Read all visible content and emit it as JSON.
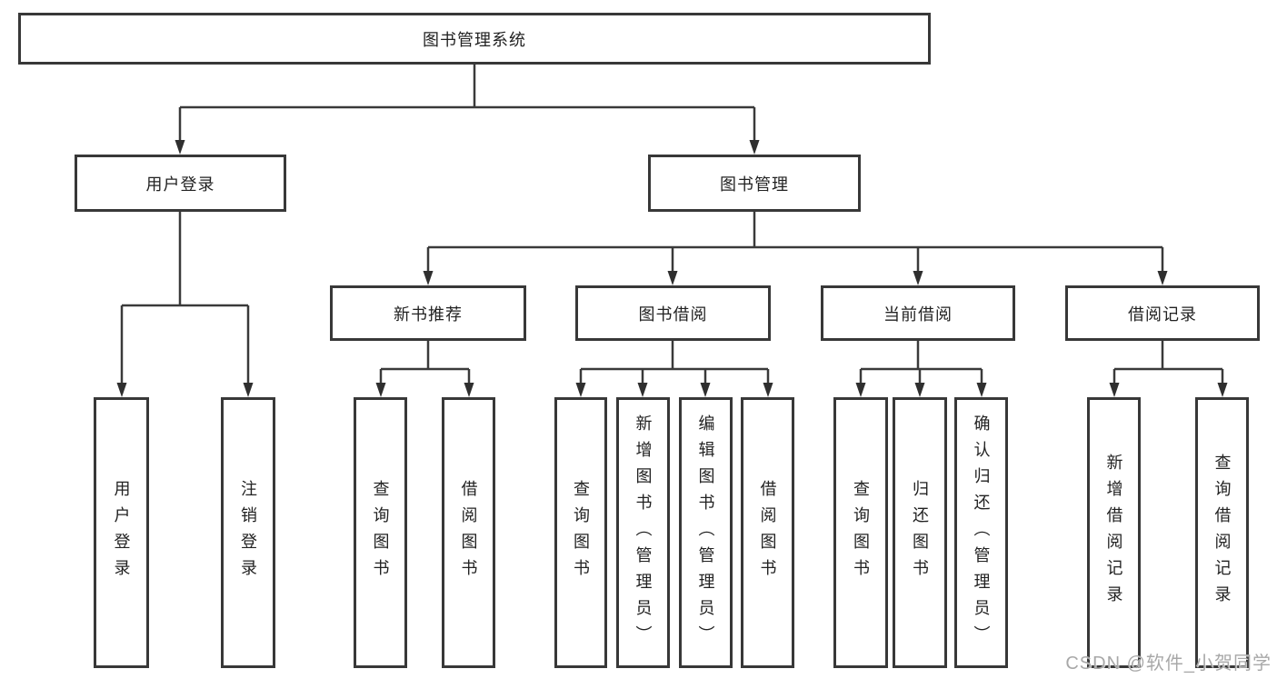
{
  "diagram": {
    "root": {
      "label": "图书管理系统"
    },
    "branches": [
      {
        "label": "用户登录",
        "children": [
          {
            "label": "用户登录"
          },
          {
            "label": "注销登录"
          }
        ]
      },
      {
        "label": "图书管理",
        "groups": [
          {
            "label": "新书推荐",
            "children": [
              {
                "label": "查询图书"
              },
              {
                "label": "借阅图书"
              }
            ]
          },
          {
            "label": "图书借阅",
            "children": [
              {
                "label": "查询图书"
              },
              {
                "label": "新增图书（管理员）"
              },
              {
                "label": "编辑图书（管理员）"
              },
              {
                "label": "借阅图书"
              }
            ]
          },
          {
            "label": "当前借阅",
            "children": [
              {
                "label": "查询图书"
              },
              {
                "label": "归还图书"
              },
              {
                "label": "确认归还（管理员）"
              }
            ]
          },
          {
            "label": "借阅记录",
            "children": [
              {
                "label": "新增借阅记录"
              },
              {
                "label": "查询借阅记录"
              }
            ]
          }
        ]
      }
    ]
  },
  "watermark": {
    "text": "CSDN @软件_小贺同学"
  },
  "colors": {
    "line": "#3a3a3a",
    "border": "#383838",
    "text": "#222222",
    "watermark_text": "#a8a8a8"
  }
}
